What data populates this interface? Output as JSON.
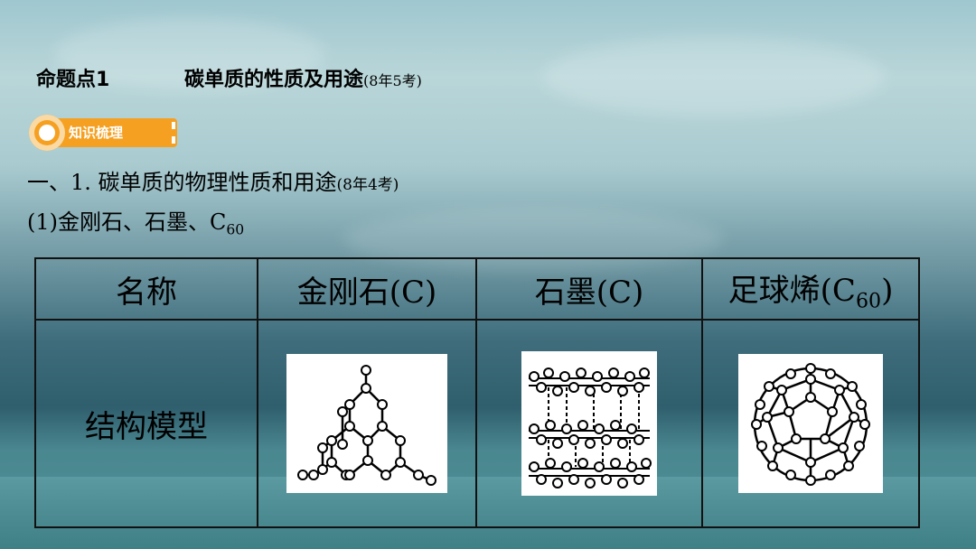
{
  "heading": {
    "topic": "命题点1",
    "title": "碳单质的性质及用途",
    "note": "(8年5考)"
  },
  "badge": {
    "label": "知识梳理"
  },
  "section": {
    "title": "一、1. 碳单质的物理性质和用途",
    "note": "(8年4考)"
  },
  "subsection": {
    "text": "(1)金刚石、石墨、C",
    "sub": "60"
  },
  "table": {
    "headers": [
      "名称",
      "金刚石(C)",
      "石墨(C)"
    ],
    "fullerene_header": {
      "text": "足球烯(C",
      "sub": "60",
      "close": ")"
    },
    "row_label": "结构模型"
  },
  "colors": {
    "accent": "#f5a021"
  },
  "icons": [
    "diamond-structure-icon",
    "graphite-structure-icon",
    "fullerene-structure-icon"
  ]
}
